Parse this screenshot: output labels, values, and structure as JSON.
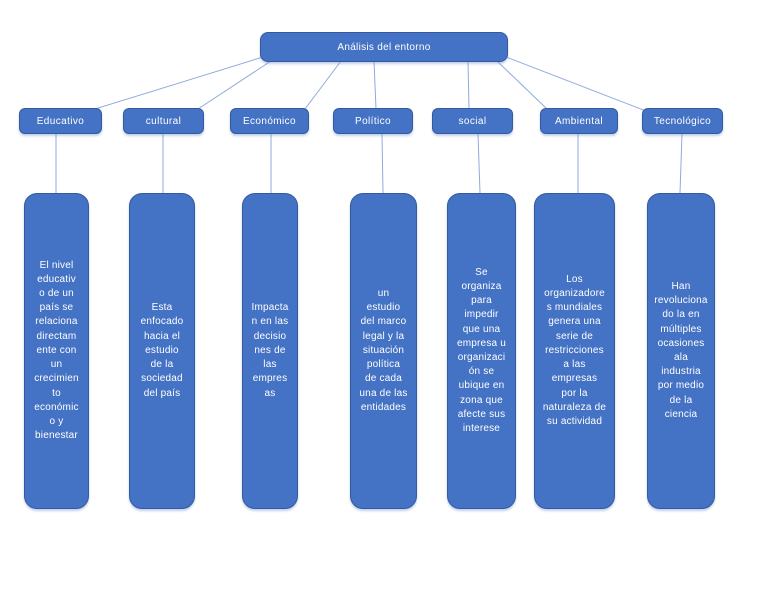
{
  "title": "Análisis del entorno",
  "colors": {
    "node_fill": "#4472C4",
    "node_border": "#35599F",
    "connector_line": "#8FAADC",
    "text": "#FFFFFF",
    "background": "#FFFFFF"
  },
  "columns": [
    {
      "header": "Educativo",
      "body": "El nivel\neducativ\no de un\npaís se\nrelaciona\ndirectam\nente con\nun\ncrecimien\nto\neconómic\no y\nbienestar"
    },
    {
      "header": "cultural",
      "body": "Esta\nenfocado\nhacia el\nestudio\nde la\nsociedad\ndel país"
    },
    {
      "header": "Económico",
      "body": "Impacta\nn en las\ndecisio\nnes de\nlas\nempres\nas"
    },
    {
      "header": "Político",
      "body": "un\nestudio\ndel marco\nlegal y la\nsituación\npolítica\nde cada\nuna de las\nentidades"
    },
    {
      "header": "social",
      "body": "Se\norganiza\npara\nimpedir\nque una\nempresa u\norganizaci\nón se\nubique en\nzona que\nafecte sus\ninterese"
    },
    {
      "header": "Ambiental",
      "body": "Los\norganizadore\ns mundiales\ngenera una\nserie de\nrestricciones\na las\nempresas\npor la\nnaturaleza de\nsu actividad"
    },
    {
      "header": "Tecnológico",
      "body": "Han\nrevoluciona\ndo la en\nmúltiples\nocasiones\nala\nindustria\npor medio\nde la\nciencia"
    }
  ]
}
